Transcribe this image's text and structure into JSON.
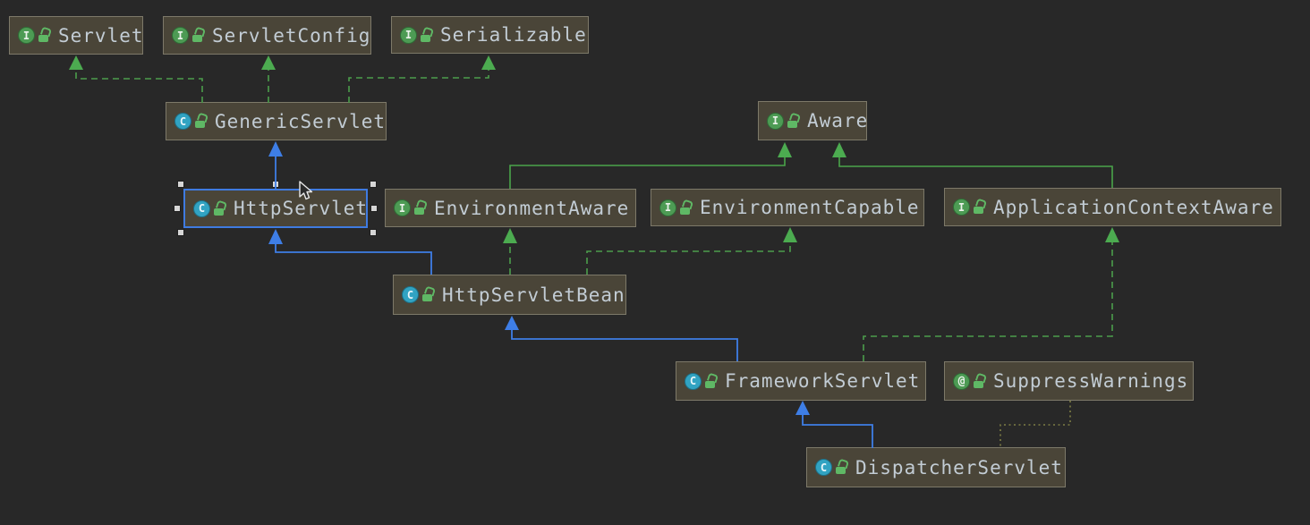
{
  "diagram": {
    "kind": "uml-class-hierarchy",
    "nodes": [
      {
        "label": "Servlet",
        "type": "interface",
        "icon_letter": "I"
      },
      {
        "label": "ServletConfig",
        "type": "interface",
        "icon_letter": "I"
      },
      {
        "label": "Serializable",
        "type": "interface",
        "icon_letter": "I"
      },
      {
        "label": "GenericServlet",
        "type": "class",
        "icon_letter": "C"
      },
      {
        "label": "Aware",
        "type": "interface",
        "icon_letter": "I"
      },
      {
        "label": "HttpServlet",
        "type": "class",
        "icon_letter": "C",
        "selected": true
      },
      {
        "label": "EnvironmentAware",
        "type": "interface",
        "icon_letter": "I"
      },
      {
        "label": "EnvironmentCapable",
        "type": "interface",
        "icon_letter": "I"
      },
      {
        "label": "ApplicationContextAware",
        "type": "interface",
        "icon_letter": "I"
      },
      {
        "label": "HttpServletBean",
        "type": "class",
        "icon_letter": "C"
      },
      {
        "label": "FrameworkServlet",
        "type": "class",
        "icon_letter": "C"
      },
      {
        "label": "SuppressWarnings",
        "type": "annotation",
        "icon_letter": "@"
      },
      {
        "label": "DispatcherServlet",
        "type": "class",
        "icon_letter": "C"
      }
    ],
    "edges": [
      {
        "from": "GenericServlet",
        "to": "Servlet",
        "relation": "implements",
        "style": "dashed-green"
      },
      {
        "from": "GenericServlet",
        "to": "ServletConfig",
        "relation": "implements",
        "style": "dashed-green"
      },
      {
        "from": "GenericServlet",
        "to": "Serializable",
        "relation": "implements",
        "style": "dashed-green"
      },
      {
        "from": "HttpServlet",
        "to": "GenericServlet",
        "relation": "extends",
        "style": "solid-blue"
      },
      {
        "from": "EnvironmentAware",
        "to": "Aware",
        "relation": "extends",
        "style": "solid-green"
      },
      {
        "from": "ApplicationContextAware",
        "to": "Aware",
        "relation": "extends",
        "style": "solid-green"
      },
      {
        "from": "HttpServletBean",
        "to": "HttpServlet",
        "relation": "extends",
        "style": "solid-blue"
      },
      {
        "from": "HttpServletBean",
        "to": "EnvironmentAware",
        "relation": "implements",
        "style": "dashed-green"
      },
      {
        "from": "HttpServletBean",
        "to": "EnvironmentCapable",
        "relation": "implements",
        "style": "dashed-green"
      },
      {
        "from": "FrameworkServlet",
        "to": "HttpServletBean",
        "relation": "extends",
        "style": "solid-blue"
      },
      {
        "from": "FrameworkServlet",
        "to": "ApplicationContextAware",
        "relation": "implements",
        "style": "dashed-green"
      },
      {
        "from": "DispatcherServlet",
        "to": "FrameworkServlet",
        "relation": "extends",
        "style": "solid-blue"
      },
      {
        "from": "DispatcherServlet",
        "to": "SuppressWarnings",
        "relation": "annotated-with",
        "style": "dotted-olive"
      }
    ],
    "colors": {
      "background": "#282828",
      "node_fill": "#4a4538",
      "node_border": "#7d7969",
      "node_text": "#c2ccd4",
      "extends_blue": "#3e7ee6",
      "interface_green": "#4aa44a",
      "annotation_olive": "#7d7d44",
      "selection_blue": "#3f7be0",
      "interface_icon": "#4d9b54",
      "class_icon": "#31a3c2",
      "lock_icon": "#5fb865"
    }
  }
}
